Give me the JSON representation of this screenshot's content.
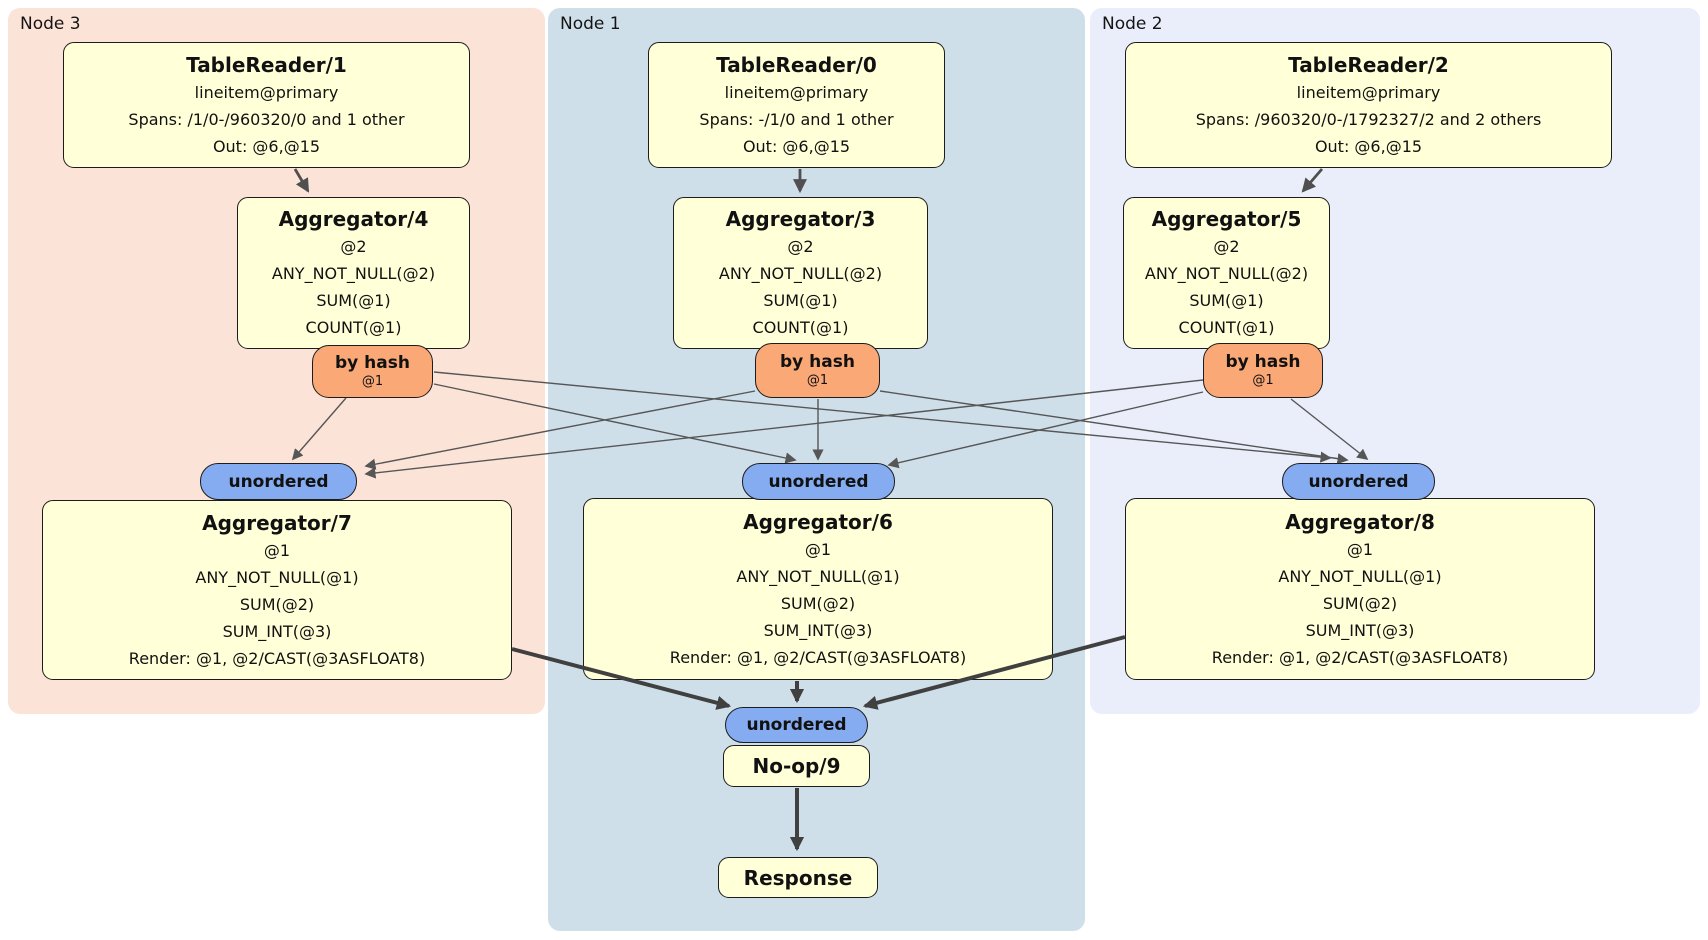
{
  "regions": [
    {
      "label": "Node 3"
    },
    {
      "label": "Node 1"
    },
    {
      "label": "Node 2"
    }
  ],
  "processors": [
    {
      "title": "TableReader/1",
      "lines": [
        "lineitem@primary",
        "Spans: /1/0-/960320/0 and 1 other",
        "Out: @6,@15"
      ]
    },
    {
      "title": "Aggregator/4",
      "lines": [
        "@2",
        "ANY_NOT_NULL(@2)",
        "SUM(@1)",
        "COUNT(@1)"
      ]
    },
    {
      "title": "TableReader/0",
      "lines": [
        "lineitem@primary",
        "Spans: -/1/0 and 1 other",
        "Out: @6,@15"
      ]
    },
    {
      "title": "Aggregator/3",
      "lines": [
        "@2",
        "ANY_NOT_NULL(@2)",
        "SUM(@1)",
        "COUNT(@1)"
      ]
    },
    {
      "title": "TableReader/2",
      "lines": [
        "lineitem@primary",
        "Spans: /960320/0-/1792327/2 and 2 others",
        "Out: @6,@15"
      ]
    },
    {
      "title": "Aggregator/5",
      "lines": [
        "@2",
        "ANY_NOT_NULL(@2)",
        "SUM(@1)",
        "COUNT(@1)"
      ]
    },
    {
      "title": "Aggregator/7",
      "lines": [
        "@1",
        "ANY_NOT_NULL(@1)",
        "SUM(@2)",
        "SUM_INT(@3)",
        "Render: @1, @2/CAST(@3ASFLOAT8)"
      ]
    },
    {
      "title": "Aggregator/6",
      "lines": [
        "@1",
        "ANY_NOT_NULL(@1)",
        "SUM(@2)",
        "SUM_INT(@3)",
        "Render: @1, @2/CAST(@3ASFLOAT8)"
      ]
    },
    {
      "title": "Aggregator/8",
      "lines": [
        "@1",
        "ANY_NOT_NULL(@1)",
        "SUM(@2)",
        "SUM_INT(@3)",
        "Render: @1, @2/CAST(@3ASFLOAT8)"
      ]
    },
    {
      "title": "No-op/9",
      "lines": []
    },
    {
      "title": "Response",
      "lines": []
    }
  ],
  "routers": [
    {
      "label": "by hash",
      "detail": "@1"
    },
    {
      "label": "by hash",
      "detail": "@1"
    },
    {
      "label": "by hash",
      "detail": "@1"
    }
  ],
  "syncs": [
    {
      "label": "unordered"
    },
    {
      "label": "unordered"
    },
    {
      "label": "unordered"
    },
    {
      "label": "unordered"
    }
  ],
  "colors": {
    "node3_bg": "#fce3d8",
    "node1_bg": "#cfdfe9",
    "node2_bg": "#e9eefa",
    "processor_fill": "#ffffd8",
    "router_fill": "#f9a876",
    "sync_fill": "#85abf0",
    "edge": "#565656"
  }
}
